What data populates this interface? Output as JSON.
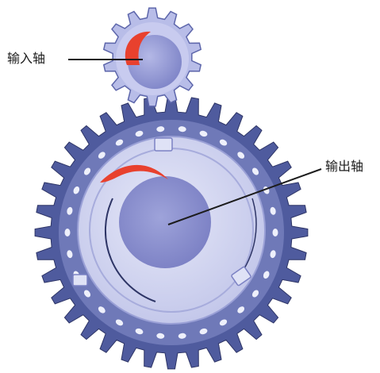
{
  "labels": {
    "input_shaft": "输入轴",
    "output_shaft": "输出轴"
  },
  "gears": {
    "small": {
      "teeth": 14
    },
    "large": {
      "teeth": 36
    }
  },
  "colors": {
    "background": "#ffffff",
    "gear_dark": "#4f5b9e",
    "gear_mid": "#8b92cc",
    "gear_light": "#c5c9ec",
    "gear_pale": "#dfe2f6",
    "hub": "#8a8fd0",
    "hub_light": "#a9aee0",
    "accent_red": "#e8412e",
    "outline": "#2e3566",
    "leader_line": "#1c1c1c"
  }
}
